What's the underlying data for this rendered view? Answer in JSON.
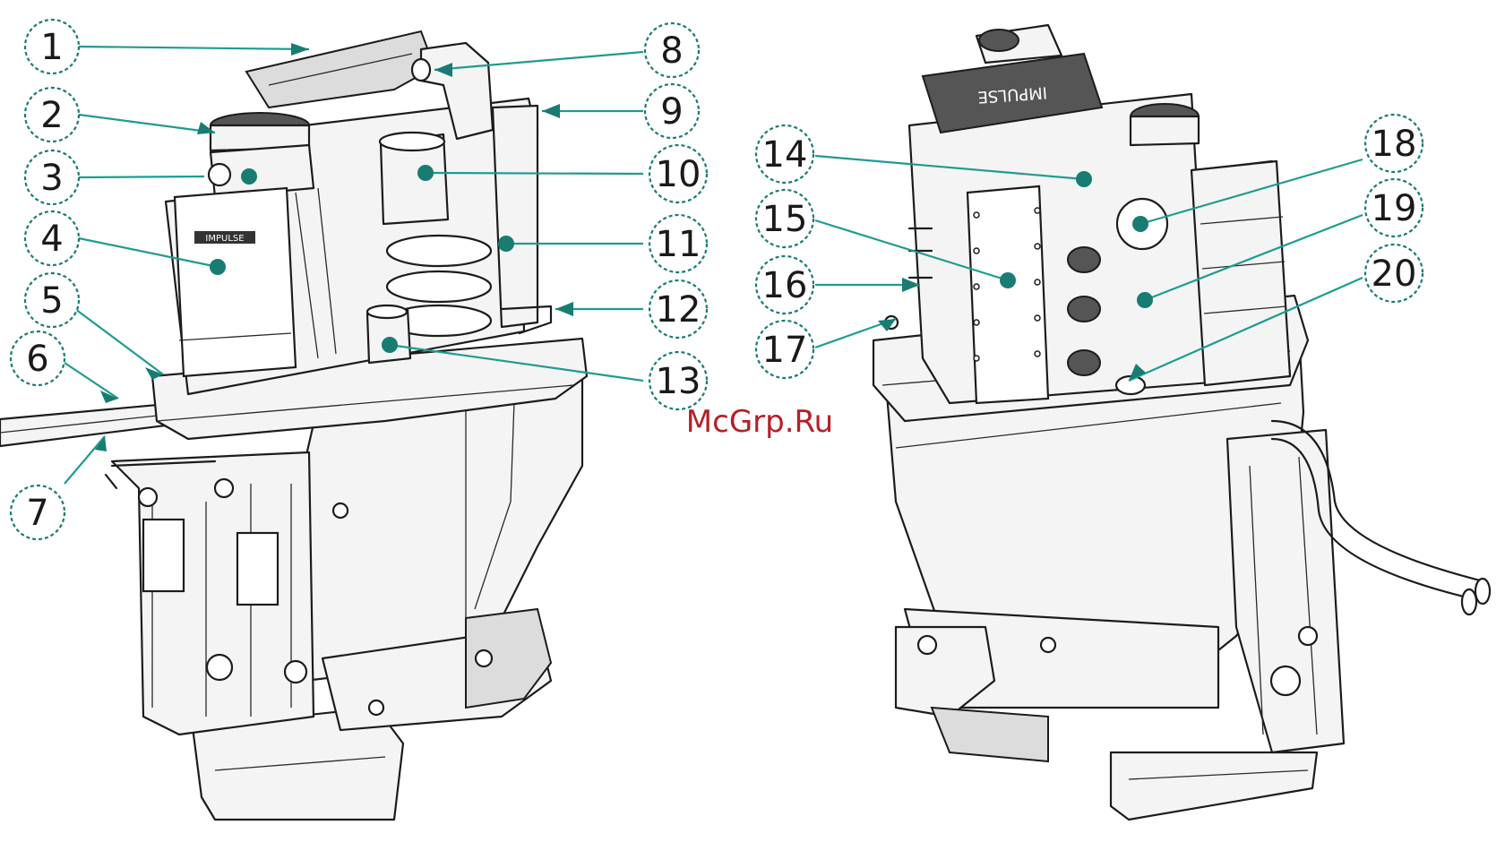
{
  "watermark": "McGrp.Ru",
  "engine_logo_text": "IMPULSE",
  "accent_color": "#187c73",
  "watermark_color": "#b52026",
  "callouts": [
    "1",
    "2",
    "3",
    "4",
    "5",
    "6",
    "7",
    "8",
    "9",
    "10",
    "11",
    "12",
    "13",
    "14",
    "15",
    "16",
    "17",
    "18",
    "19",
    "20"
  ]
}
